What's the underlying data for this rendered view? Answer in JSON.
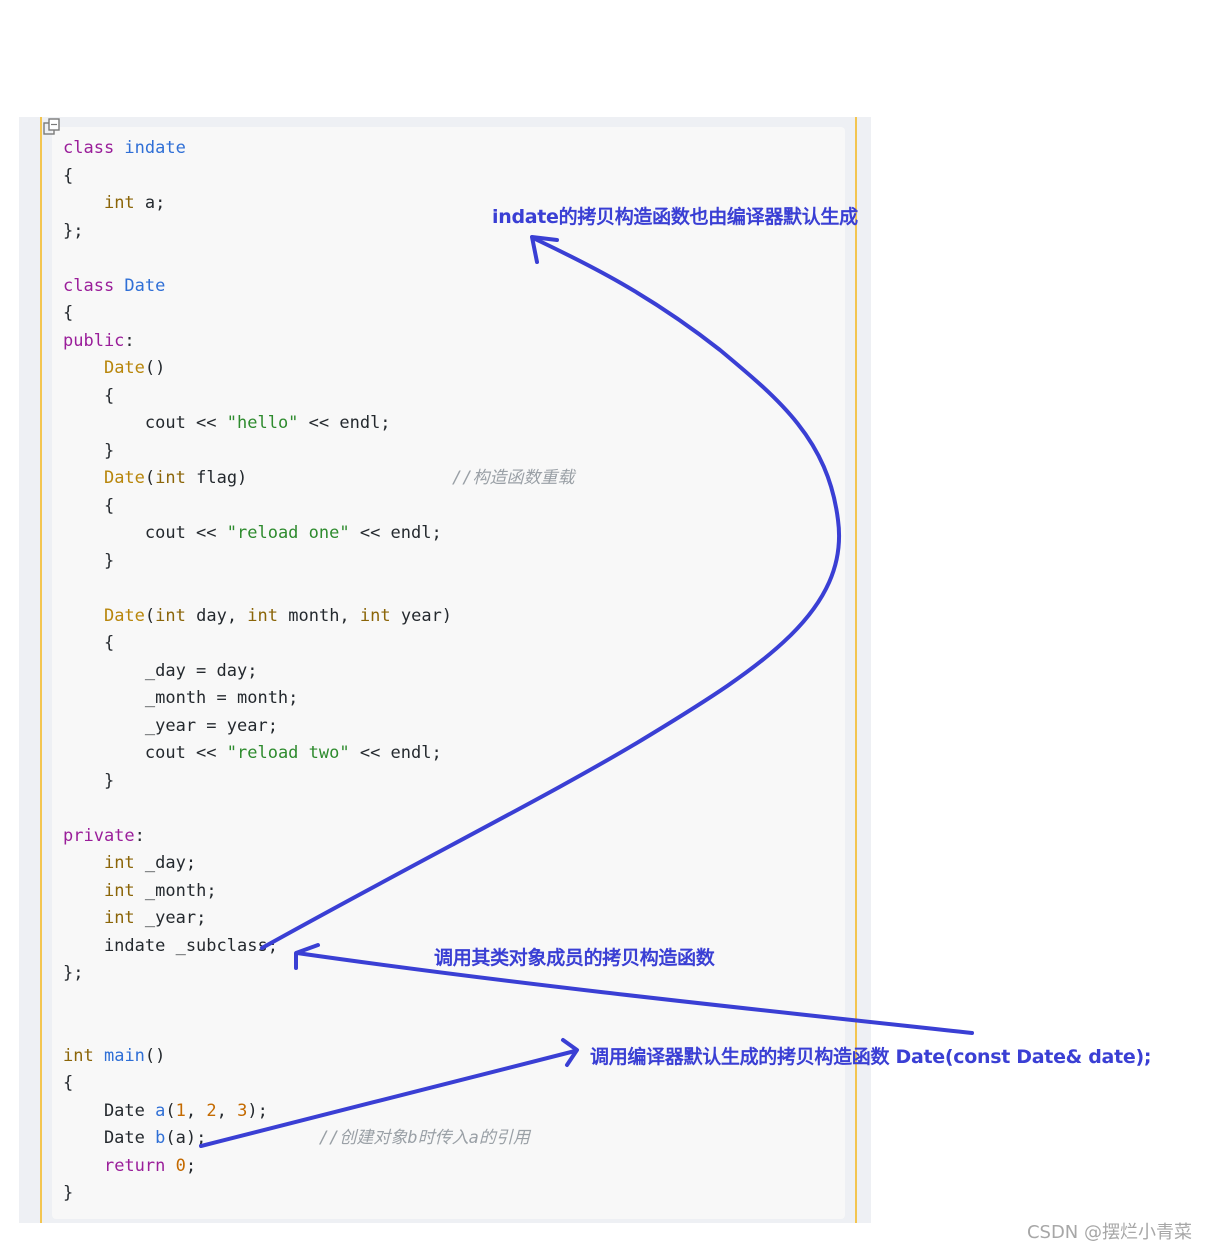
{
  "code": [
    [
      [
        "class ",
        "kw-p"
      ],
      [
        "indate",
        "ty"
      ]
    ],
    [
      [
        "{",
        ""
      ]
    ],
    [
      [
        "    ",
        ""
      ],
      [
        "int",
        "kw-b"
      ],
      [
        " a;",
        ""
      ]
    ],
    [
      [
        "};",
        ""
      ]
    ],
    [],
    [
      [
        "class ",
        "kw-p"
      ],
      [
        "Date",
        "ty"
      ]
    ],
    [
      [
        "{",
        ""
      ]
    ],
    [
      [
        "public",
        "kw-p"
      ],
      [
        ":",
        ""
      ]
    ],
    [
      [
        "    ",
        ""
      ],
      [
        "Date",
        "fn"
      ],
      [
        "()",
        ""
      ]
    ],
    [
      [
        "    {",
        ""
      ]
    ],
    [
      [
        "        cout << ",
        ""
      ],
      [
        "\"hello\"",
        "str"
      ],
      [
        " << endl;",
        ""
      ]
    ],
    [
      [
        "    }",
        ""
      ]
    ],
    [
      [
        "    ",
        ""
      ],
      [
        "Date",
        "fn"
      ],
      [
        "(",
        ""
      ],
      [
        "int",
        "kw-b"
      ],
      [
        " flag)                    ",
        ""
      ],
      [
        "//构造函数重载",
        "cm"
      ]
    ],
    [
      [
        "    {",
        ""
      ]
    ],
    [
      [
        "        cout << ",
        ""
      ],
      [
        "\"reload one\"",
        "str"
      ],
      [
        " << endl;",
        ""
      ]
    ],
    [
      [
        "    }",
        ""
      ]
    ],
    [],
    [
      [
        "    ",
        ""
      ],
      [
        "Date",
        "fn"
      ],
      [
        "(",
        ""
      ],
      [
        "int",
        "kw-b"
      ],
      [
        " day, ",
        ""
      ],
      [
        "int",
        "kw-b"
      ],
      [
        " month, ",
        ""
      ],
      [
        "int",
        "kw-b"
      ],
      [
        " year)",
        ""
      ]
    ],
    [
      [
        "    {",
        ""
      ]
    ],
    [
      [
        "        _day = day;",
        ""
      ]
    ],
    [
      [
        "        _month = month;",
        ""
      ]
    ],
    [
      [
        "        _year = year;",
        ""
      ]
    ],
    [
      [
        "        cout << ",
        ""
      ],
      [
        "\"reload two\"",
        "str"
      ],
      [
        " << endl;",
        ""
      ]
    ],
    [
      [
        "    }",
        ""
      ]
    ],
    [],
    [
      [
        "private",
        "kw-p"
      ],
      [
        ":",
        ""
      ]
    ],
    [
      [
        "    ",
        ""
      ],
      [
        "int",
        "kw-b"
      ],
      [
        " _day;",
        ""
      ]
    ],
    [
      [
        "    ",
        ""
      ],
      [
        "int",
        "kw-b"
      ],
      [
        " _month;",
        ""
      ]
    ],
    [
      [
        "    ",
        ""
      ],
      [
        "int",
        "kw-b"
      ],
      [
        " _year;",
        ""
      ]
    ],
    [
      [
        "    indate _subclass;",
        ""
      ]
    ],
    [
      [
        "};",
        ""
      ]
    ],
    [],
    [],
    [
      [
        "int",
        "kw-b"
      ],
      [
        " ",
        ""
      ],
      [
        "main",
        "ty"
      ],
      [
        "()",
        ""
      ]
    ],
    [
      [
        "{",
        ""
      ]
    ],
    [
      [
        "    Date ",
        ""
      ],
      [
        "a",
        "ty"
      ],
      [
        "(",
        ""
      ],
      [
        "1",
        "num"
      ],
      [
        ", ",
        ""
      ],
      [
        "2",
        "num"
      ],
      [
        ", ",
        ""
      ],
      [
        "3",
        "num"
      ],
      [
        ");",
        ""
      ]
    ],
    [
      [
        "    Date ",
        ""
      ],
      [
        "b",
        "ty"
      ],
      [
        "(a);           ",
        ""
      ],
      [
        "//创建对象b时传入a的引用",
        "cm"
      ]
    ],
    [
      [
        "    ",
        ""
      ],
      [
        "return",
        "kw-p"
      ],
      [
        " ",
        ""
      ],
      [
        "0",
        "num"
      ],
      [
        ";",
        ""
      ]
    ],
    [
      [
        "}",
        ""
      ]
    ]
  ],
  "annotations": {
    "top": "indate的拷贝构造函数也由编译器默认生成",
    "middle": "调用其类对象成员的拷贝构造函数",
    "bottom": "调用编译器默认生成的拷贝构造函数 Date(const Date& date);"
  },
  "watermark": "CSDN @摆烂小青菜",
  "icons": {
    "copy": "copy-code-icon"
  },
  "colors": {
    "arrow": "#3a3fd4",
    "keyword_purple": "#9a1e9a",
    "keyword_brown": "#8b6508",
    "type_blue": "#2f6fd6",
    "string_green": "#2e8b2e",
    "number_orange": "#c46a00",
    "comment_gray": "#9aa0a6",
    "guide_yellow": "#f3c550"
  }
}
